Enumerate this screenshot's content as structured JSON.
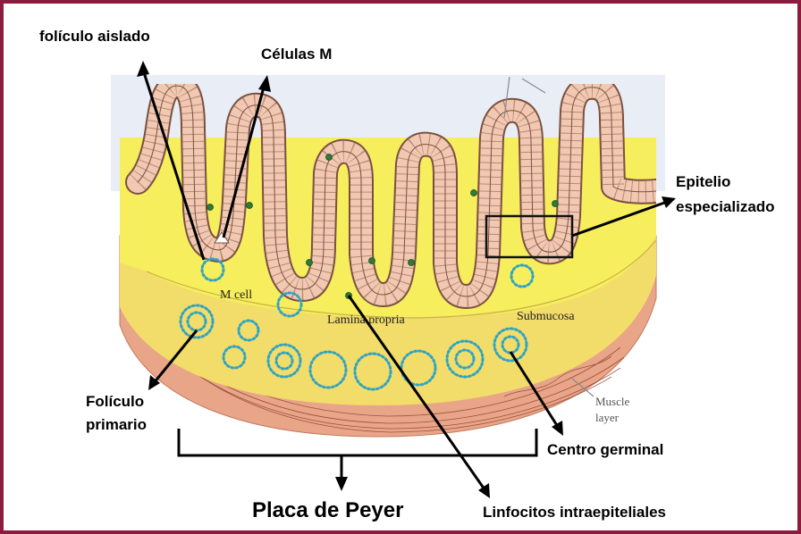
{
  "labels": {
    "isolated_follicle": "folículo aislado",
    "m_cells": "Células M",
    "specialized_epithelium_line1": "Epitelio",
    "specialized_epithelium_line2": "especializado",
    "primary_follicle_line1": "Folículo",
    "primary_follicle_line2": "primario",
    "germinal_center": "Centro germinal",
    "peyer_patch": "Placa de Peyer",
    "intraepithelial_lymphocytes": "Linfocitos intraepiteliales"
  },
  "diagram_labels": {
    "m_cell": "M cell",
    "lamina_propria": "Lamina propria",
    "submucosa": "Submucosa",
    "muscle_layer_line1": "Muscle",
    "muscle_layer_line2": "layer"
  },
  "colors": {
    "frame": "#8c1b3d",
    "background_wash": "#e8edf6",
    "mucosa_yellow": "#f6ee5c",
    "submucosa_yellow": "#f2dc6a",
    "muscle_salmon": "#e8a588",
    "epithelium_pink": "#f1c8b2",
    "epithelium_outline": "#7a5040",
    "lymphocyte_teal": "#2fa4c2",
    "intraepithelial_dot": "#2f7a35"
  }
}
